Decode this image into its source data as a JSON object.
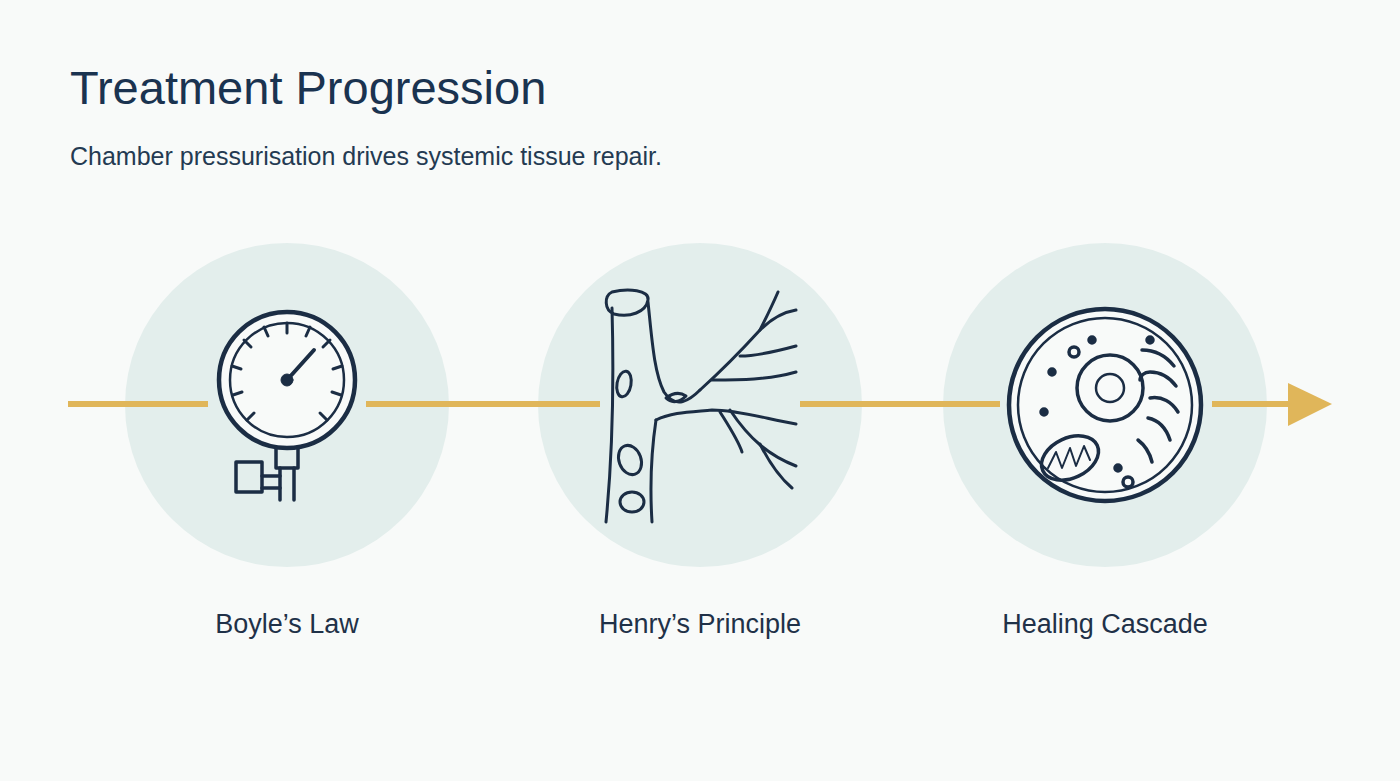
{
  "diagram": {
    "title": "Treatment Progression",
    "caption": "Chamber pressurisation drives systemic tissue repair.",
    "nodes": [
      {
        "text": [
          "Boyle’s Law"
        ]
      },
      {
        "text": [
          "Henry’s Principle"
        ]
      },
      {
        "text": [
          "Healing Cascade"
        ]
      }
    ],
    "edges": [
      {
        "from": 0,
        "to": 1,
        "arrow": "none"
      },
      {
        "from": 1,
        "to": 2,
        "arrow": "none"
      }
    ]
  }
}
